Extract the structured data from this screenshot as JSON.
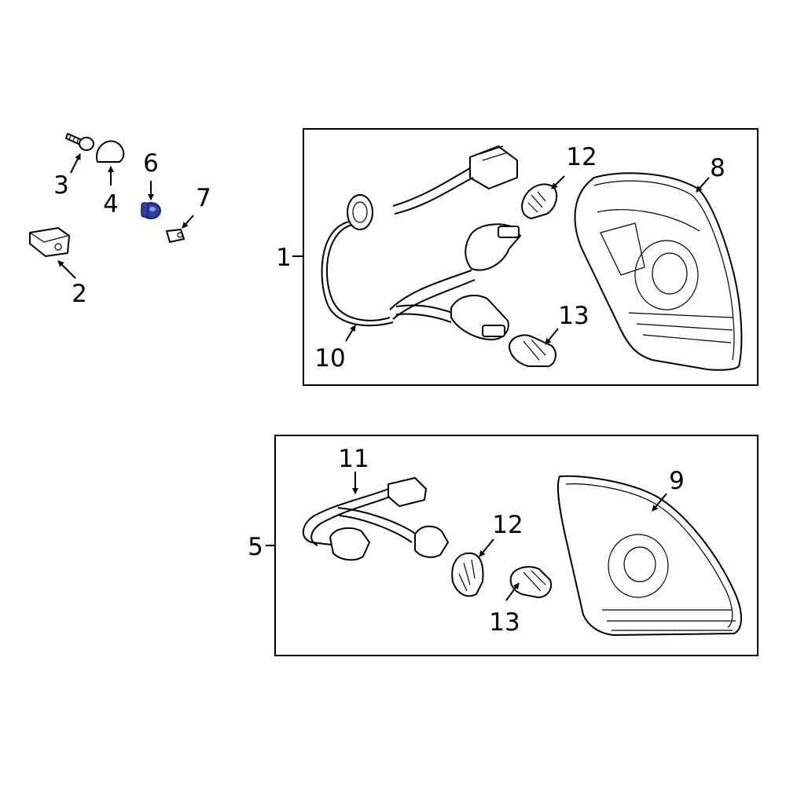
{
  "diagram": {
    "callouts": {
      "c1": "1",
      "c2": "2",
      "c3": "3",
      "c4": "4",
      "c5": "5",
      "c6": "6",
      "c7": "7",
      "c8": "8",
      "c9": "9",
      "c10": "10",
      "c11": "11",
      "c12a": "12",
      "c12b": "12",
      "c13a": "13",
      "c13b": "13"
    },
    "highlight_part": "6",
    "colors": {
      "line": "#000000",
      "highlight": "#2f3f9e",
      "background": "#ffffff"
    }
  }
}
